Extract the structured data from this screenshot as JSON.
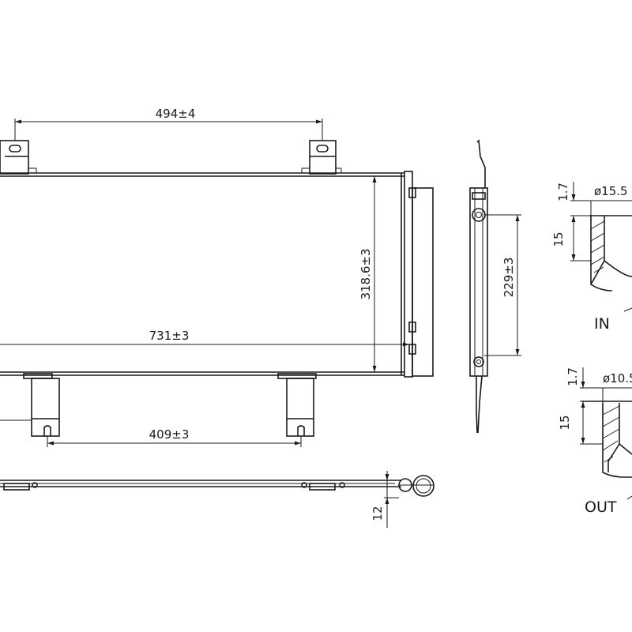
{
  "dimensions": {
    "top_width": "494±4",
    "core_height": "318.6±3",
    "core_width": "731±3",
    "bottom_bracket_span": "409±3",
    "side_height": "229±3",
    "offset": "12"
  },
  "details": {
    "in": {
      "label": "IN",
      "wall": "1.7",
      "height": "15",
      "diameter": "ø15.5"
    },
    "out": {
      "label": "OUT",
      "wall": "1.7",
      "height": "15",
      "diameter": "ø10.5"
    }
  }
}
